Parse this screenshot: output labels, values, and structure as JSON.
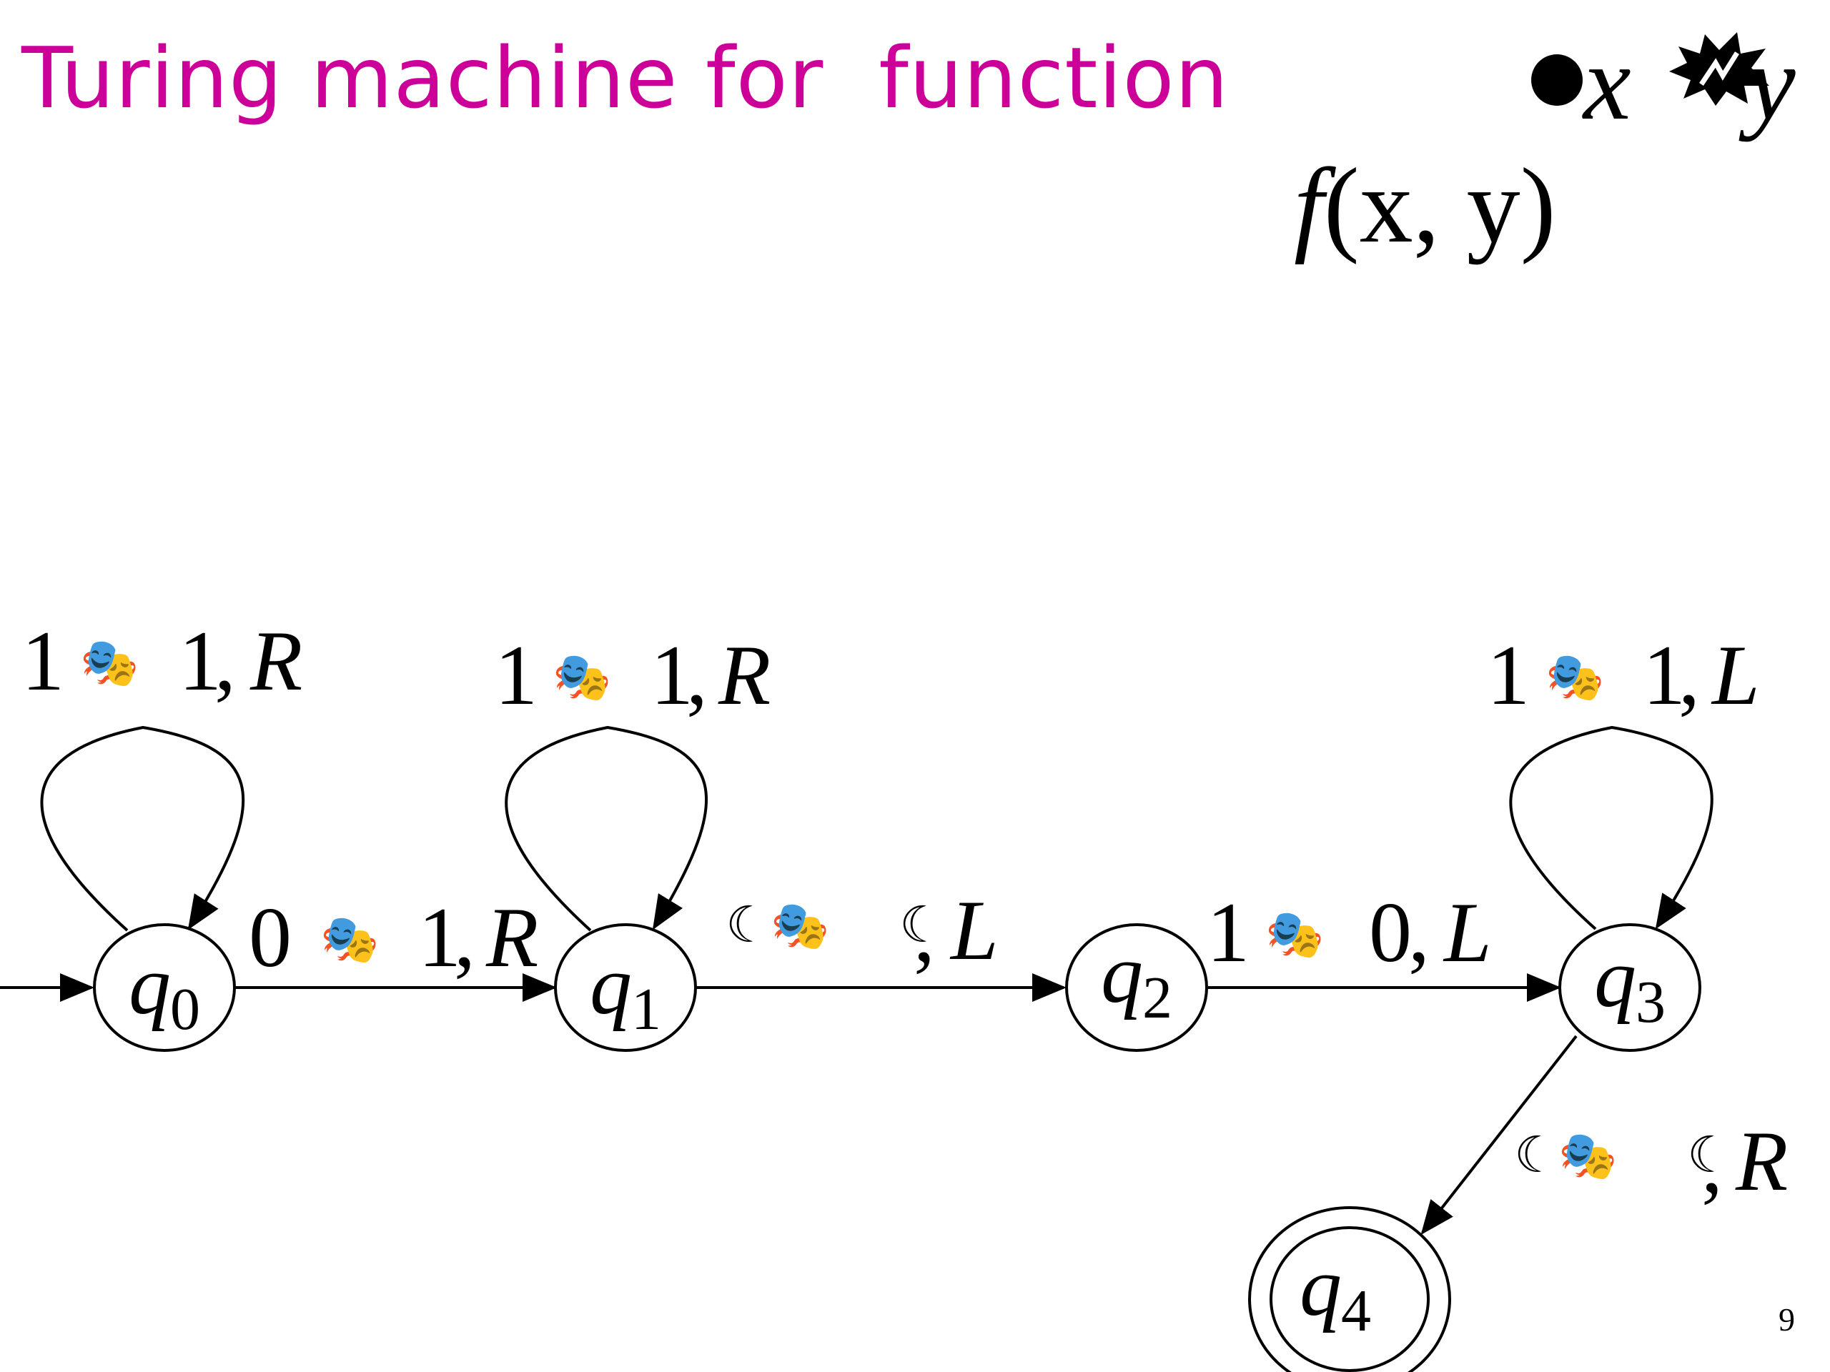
{
  "title": "Turing machine for  function",
  "formula": {
    "f": "f",
    "args": "(x, y)",
    "x": "x",
    "y": "y"
  },
  "states": [
    {
      "id": "q0",
      "name": "q",
      "sub": "0",
      "initial": true,
      "accepting": false
    },
    {
      "id": "q1",
      "name": "q",
      "sub": "1",
      "initial": false,
      "accepting": false
    },
    {
      "id": "q2",
      "name": "q",
      "sub": "2",
      "initial": false,
      "accepting": false
    },
    {
      "id": "q3",
      "name": "q",
      "sub": "3",
      "initial": false,
      "accepting": false
    },
    {
      "id": "q4",
      "name": "q",
      "sub": "4",
      "initial": false,
      "accepting": true
    }
  ],
  "transitions": [
    {
      "from": "q0",
      "to": "q0",
      "read": "1",
      "write": "1",
      "move": "R"
    },
    {
      "from": "q0",
      "to": "q1",
      "read": "0",
      "write": "1",
      "move": "R"
    },
    {
      "from": "q1",
      "to": "q1",
      "read": "1",
      "write": "1",
      "move": "R"
    },
    {
      "from": "q1",
      "to": "q2",
      "read": "",
      "write": "",
      "move": "L"
    },
    {
      "from": "q2",
      "to": "q3",
      "read": "1",
      "write": "0",
      "move": "L"
    },
    {
      "from": "q3",
      "to": "q3",
      "read": "1",
      "write": "1",
      "move": "L"
    },
    {
      "from": "q3",
      "to": "q4",
      "read": "",
      "write": "",
      "move": "R"
    }
  ],
  "page_number": "9",
  "colors": {
    "title": "#cc0099",
    "ink": "#000000"
  },
  "icons": {
    "arrow_symbol": "theatre-masks-icon",
    "blank_symbol": "crescent-moon-icon",
    "equal_symbol": "filled-circle-icon",
    "operator_symbol": "starburst-icon"
  }
}
